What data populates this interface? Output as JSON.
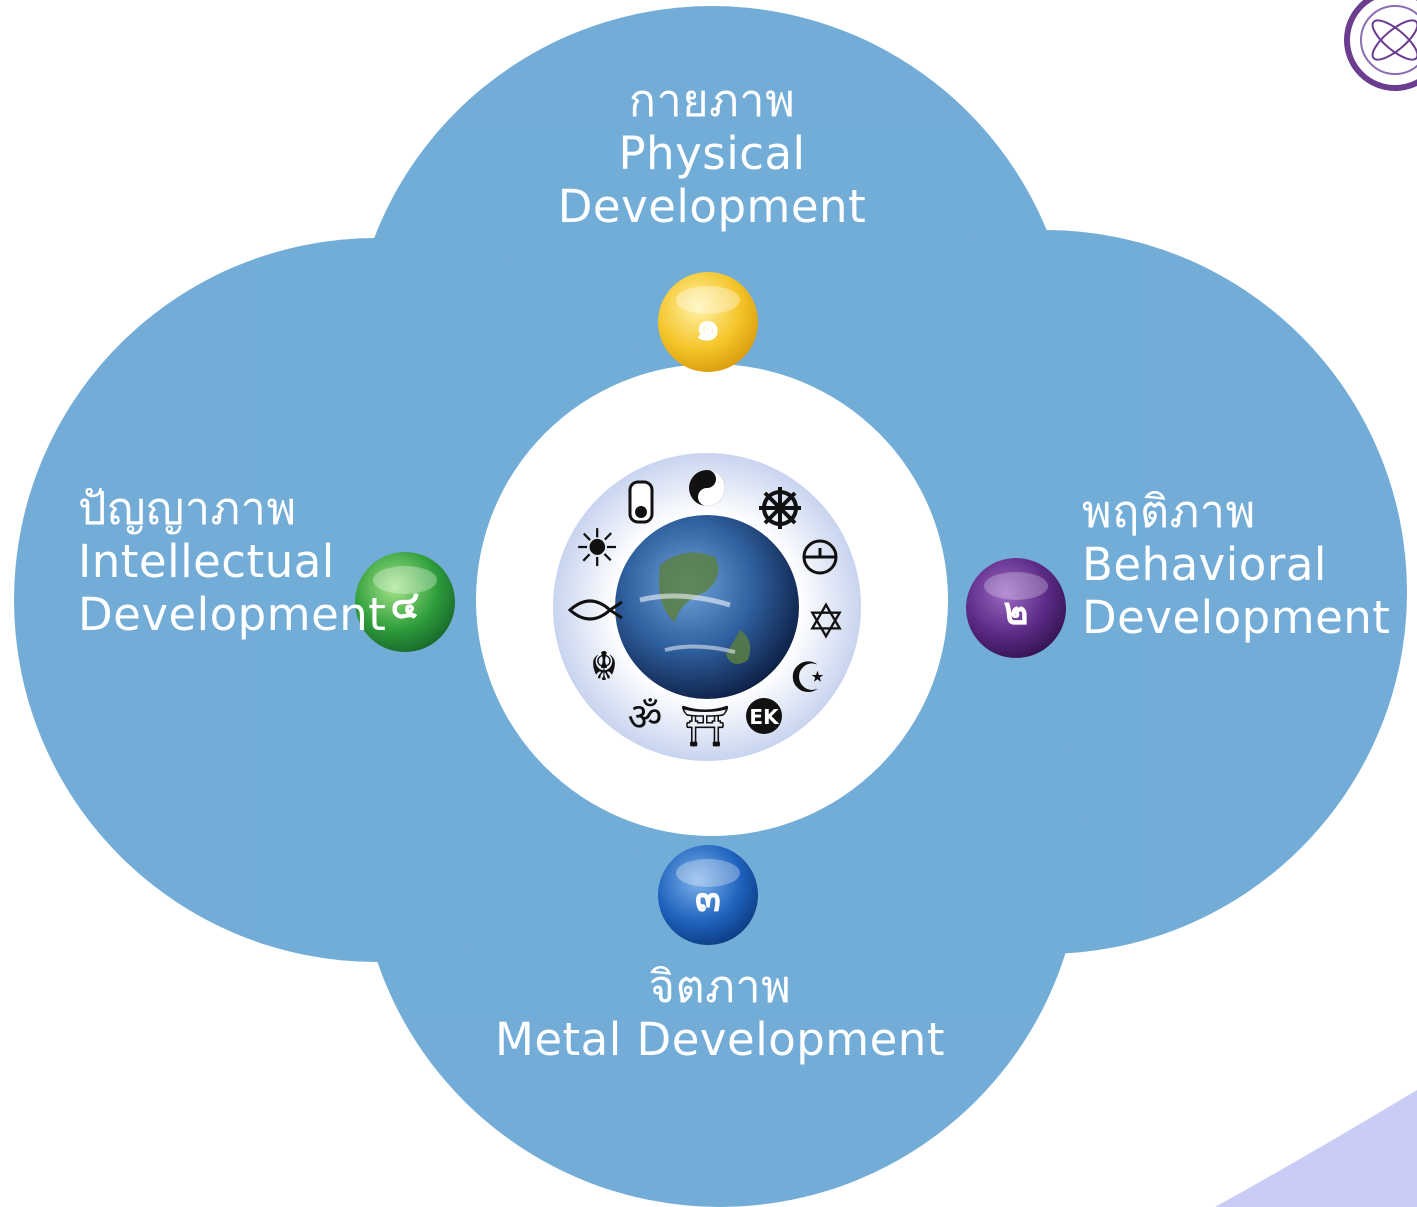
{
  "diagram": {
    "dimensions": [
      {
        "id": "physical",
        "number": "๑",
        "thai": "กายภาพ",
        "en_line1": "Physical",
        "en_line2": "Development",
        "badge_color": "#f1c232"
      },
      {
        "id": "behavioral",
        "number": "๒",
        "thai": "พฤติภาพ",
        "en_line1": "Behavioral",
        "en_line2": "Development",
        "badge_color": "#5b2a86"
      },
      {
        "id": "mental",
        "number": "๓",
        "thai": "จิตภาพ",
        "en_line1": "Metal Development",
        "en_line2": "",
        "badge_color": "#1f5fb5"
      },
      {
        "id": "intellectual",
        "number": "๔",
        "thai": "ปัญญาภาพ",
        "en_line1": "Intellectual",
        "en_line2": "Development",
        "badge_color": "#2a9d3a"
      }
    ],
    "center": {
      "image": "earth-with-religious-symbols"
    },
    "colors": {
      "circle": "#3d8ec8",
      "overlap": "#2e86c1",
      "center_bg": "#ffffff",
      "corner_accent": "#c9cdf5",
      "seal": "#6a3d8f"
    }
  }
}
